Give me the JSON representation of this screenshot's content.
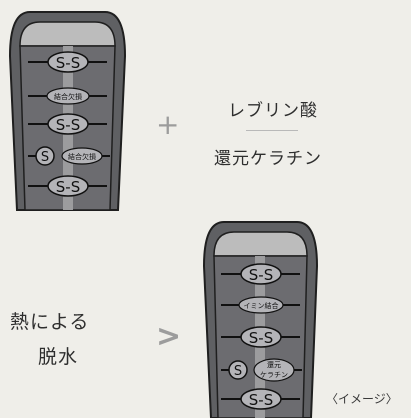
{
  "bond_labels": {
    "ss": "S-S",
    "s": "S",
    "missing": "結合欠損",
    "imine": "イミン結合",
    "reduced_line1": "還元",
    "reduced_line2": "ケラチン"
  },
  "reagents": {
    "top": "レブリン酸",
    "bottom": "還元ケラチン"
  },
  "operators": {
    "plus": "+",
    "arrow": ">"
  },
  "process": {
    "line1": "熱による",
    "line2": "脱水"
  },
  "caption": "〈イメージ〉",
  "colors": {
    "background": "#efeee9",
    "hair_outer": "#5f6063",
    "hair_inner": "#6c6c70",
    "cuticle_top": "#bcbcbc",
    "shaft": "#9c9c9e",
    "bond_line": "#111111",
    "badge_fill": "#b4b4b8"
  },
  "icons": {
    "plus": "plus-icon",
    "arrow": "chevron-right-icon"
  }
}
